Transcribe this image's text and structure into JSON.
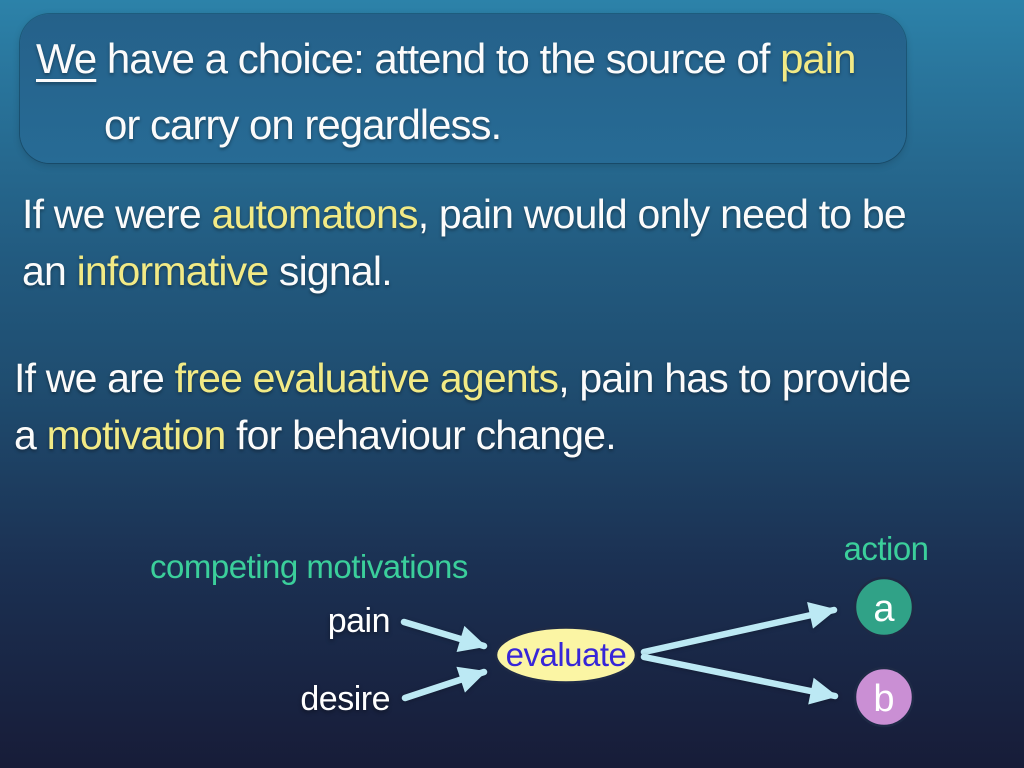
{
  "title_box": {
    "line1": [
      {
        "t": "We",
        "underline": true
      },
      {
        "t": " have a choice: attend to the source of "
      },
      {
        "t": "pain",
        "highlight": true
      }
    ],
    "line2": [
      {
        "t": "or carry on regardless."
      }
    ]
  },
  "paragraph_automatons": {
    "line1": [
      {
        "t": "If we were "
      },
      {
        "t": "automatons",
        "highlight": true
      },
      {
        "t": ", pain would only need to be"
      }
    ],
    "line2": [
      {
        "t": "an "
      },
      {
        "t": "informative",
        "highlight": true
      },
      {
        "t": " signal."
      }
    ]
  },
  "paragraph_free_agents": {
    "line1": [
      {
        "t": "If we are "
      },
      {
        "t": "free evaluative agents",
        "highlight": true
      },
      {
        "t": ", pain has to provide"
      }
    ],
    "line2": [
      {
        "t": "a "
      },
      {
        "t": "motivation",
        "highlight": true
      },
      {
        "t": " for behaviour change."
      }
    ]
  },
  "diagram": {
    "competing_label": "competing motivations",
    "action_label": "action",
    "input_pain": "pain",
    "input_desire": "desire",
    "evaluate_label": "evaluate",
    "node_a": "a",
    "node_b": "b"
  },
  "colors": {
    "background_top": "#2c82a9",
    "background_bottom": "#171c38",
    "title_box_fill": "#266690",
    "text_white": "#fbfbfb",
    "highlight_yellow": "#f2ea85",
    "teal_label": "#3bcf9b",
    "arrow_blue": "#bce9f4",
    "ellipse_fill": "#fbf5a4",
    "ellipse_stroke": "#1e2a46",
    "evaluate_text": "#3726d8",
    "circle_a_fill": "#30a287",
    "circle_b_fill": "#ca8fd4",
    "node_stroke": "#1e2a46"
  }
}
